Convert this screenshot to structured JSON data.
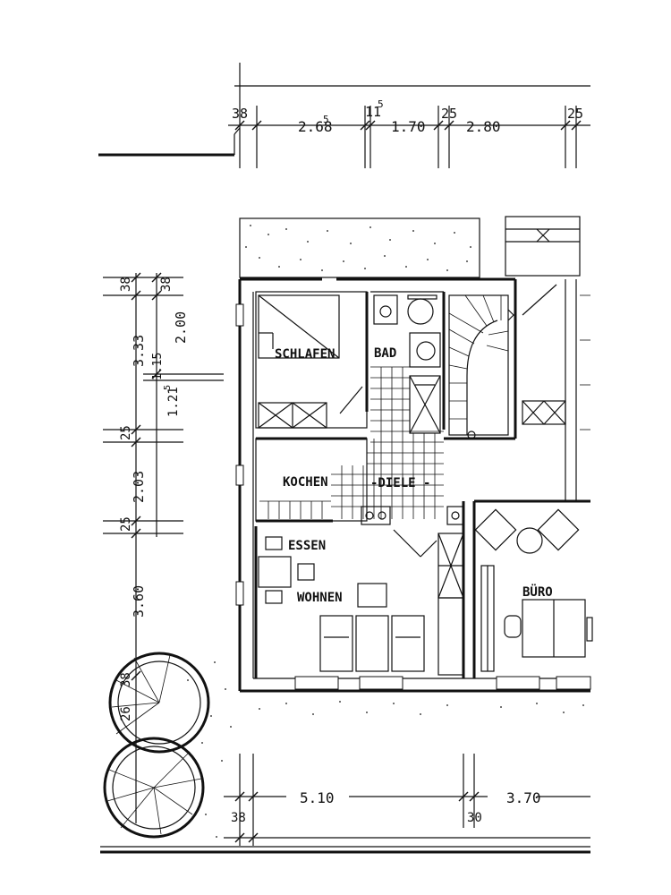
{
  "colors": {
    "ink": "#111111",
    "paper": "#ffffff"
  },
  "rooms": {
    "schlafen": "SCHLAFEN",
    "bad": "BAD",
    "kochen": "KOCHEN",
    "diele": "-DIELE -",
    "essen": "ESSEN",
    "wohnen": "WOHNEN",
    "buero": "BÜRO"
  },
  "dims_top": {
    "d1": "38",
    "d2": "2.68",
    "d2_sup": "5",
    "d3": "11",
    "d3_sup": "5",
    "d4": "1.70",
    "d5": "25",
    "d6": "2.80",
    "d7": "25"
  },
  "dims_left": {
    "d1": "38",
    "d2": "38",
    "d3": "3.33",
    "d4": "2.00",
    "d5": "1.15",
    "d6": "1.21",
    "d6_sup": "5",
    "d7": "25",
    "d8": "2.03",
    "d9": "25",
    "d10": "3.60",
    "d11": "38",
    "d12": "26"
  },
  "dims_bottom": {
    "d1": "5.10",
    "d2": "3.70",
    "d3": "38",
    "d4": "30"
  }
}
